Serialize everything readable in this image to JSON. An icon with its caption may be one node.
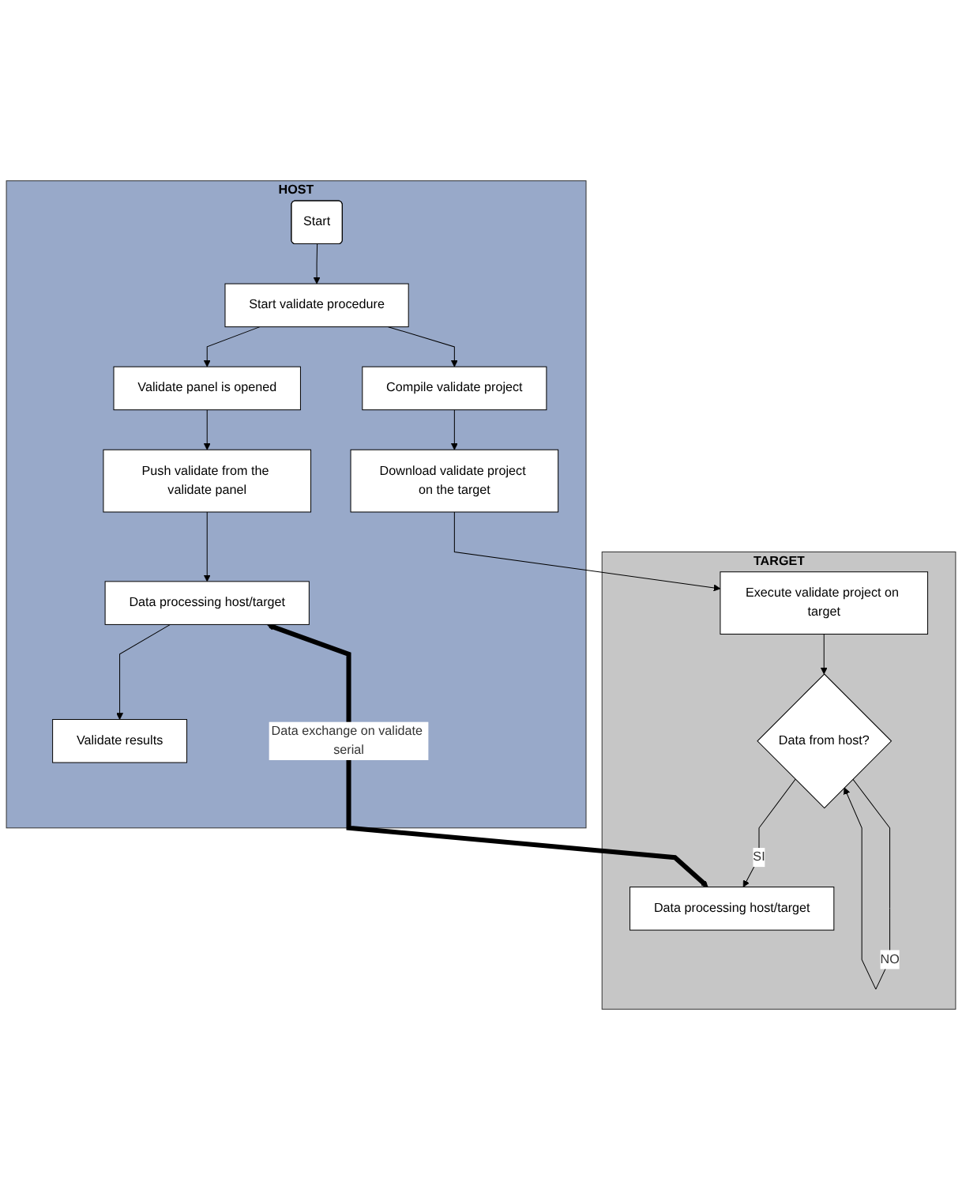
{
  "diagram": {
    "nodes": [
      {
        "text": [
          "HOST"
        ]
      },
      {
        "text": [
          "TARGET"
        ]
      },
      {
        "text": [
          "Start"
        ],
        "in": 0
      },
      {
        "text": [
          "Start validate procedure"
        ],
        "in": 0
      },
      {
        "text": [
          "Validate panel is opened"
        ],
        "in": 0
      },
      {
        "text": [
          "Compile validate project"
        ],
        "in": 0
      },
      {
        "text": [
          "Download validate project on the target"
        ],
        "in": 0
      },
      {
        "text": [
          "Execute validate project on target"
        ],
        "in": 1
      },
      {
        "text": [
          "Data from host?"
        ],
        "in": 1
      },
      {
        "text": [
          "Push validate from the validate panel"
        ],
        "in": 0
      },
      {
        "text": [
          "Data processing host/target"
        ],
        "in": 0
      },
      {
        "text": [
          "Data processing host/target"
        ],
        "in": 1
      },
      {
        "text": [
          "Validate results"
        ],
        "in": 0
      }
    ],
    "edges": [
      {
        "from": 2,
        "to": 3,
        "arrow": "to"
      },
      {
        "from": 3,
        "to": 4,
        "arrow": "to"
      },
      {
        "from": 3,
        "to": 5,
        "arrow": "to"
      },
      {
        "from": 5,
        "to": 6,
        "arrow": "to"
      },
      {
        "from": 6,
        "to": 7,
        "arrow": "to"
      },
      {
        "from": 7,
        "to": 8,
        "arrow": "to"
      },
      {
        "from": 8,
        "to": 8,
        "label": "NO",
        "arrow": "to"
      },
      {
        "from": 8,
        "to": 11,
        "label": "SI",
        "arrow": "to"
      },
      {
        "from": 4,
        "to": 9,
        "arrow": "to"
      },
      {
        "from": 9,
        "to": 10,
        "arrow": "to"
      },
      {
        "from": 10,
        "to": 11,
        "label": "Data exchange on validate serial",
        "arrow": "both",
        "style": "thick"
      },
      {
        "from": 10,
        "to": 12,
        "arrow": "to"
      }
    ]
  }
}
